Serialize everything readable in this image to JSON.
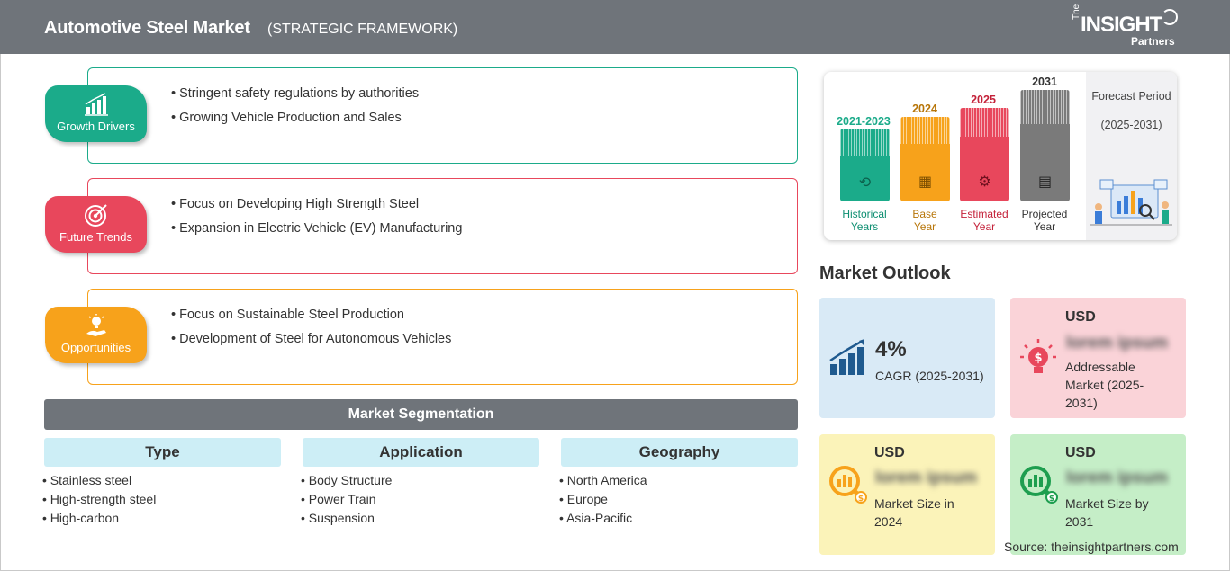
{
  "header": {
    "title": "Automotive Steel Market",
    "subtitle": "(STRATEGIC FRAMEWORK)",
    "logo": {
      "the": "The",
      "main": "INSIGHT",
      "partners": "Partners"
    }
  },
  "framework": [
    {
      "label": "Growth Drivers",
      "color": "#1bab8a",
      "icon": "growth-chart-icon",
      "items": [
        "Stringent safety regulations by authorities",
        "Growing Vehicle Production and Sales"
      ]
    },
    {
      "label": "Future Trends",
      "color": "#e8475c",
      "icon": "target-icon",
      "items": [
        "Focus on Developing High Strength Steel",
        "Expansion in Electric Vehicle (EV) Manufacturing"
      ]
    },
    {
      "label": "Opportunities",
      "color": "#f7a21b",
      "icon": "idea-hand-icon",
      "items": [
        "Focus on Sustainable Steel Production",
        "Development of Steel for Autonomous Vehicles"
      ]
    }
  ],
  "segmentation": {
    "title": "Market Segmentation",
    "columns": [
      {
        "head": "Type",
        "items": [
          "Stainless steel",
          "High-strength steel",
          "High-carbon"
        ]
      },
      {
        "head": "Application",
        "items": [
          "Body Structure",
          "Power Train",
          "Suspension"
        ]
      },
      {
        "head": "Geography",
        "items": [
          "North America",
          "Europe",
          "Asia-Pacific"
        ]
      }
    ]
  },
  "timeline": {
    "bars": [
      {
        "year": "2021-2023",
        "label1": "Historical",
        "label2": "Years",
        "color": "#1bab8a",
        "icon": "history-icon"
      },
      {
        "year": "2024",
        "label1": "Base",
        "label2": "Year",
        "color": "#f7a21b",
        "icon": "calendar-icon"
      },
      {
        "year": "2025",
        "label1": "Estimated",
        "label2": "Year",
        "color": "#e8475c",
        "icon": "estimate-icon"
      },
      {
        "year": "2031",
        "label1": "Projected",
        "label2": "Year",
        "color": "#7a7a7a",
        "icon": "projection-icon"
      }
    ],
    "forecast_title": "Forecast Period",
    "forecast_years": "(2025-2031)"
  },
  "outlook": {
    "title": "Market Outlook",
    "cagr": {
      "value": "4%",
      "label": "CAGR (2025-2031)"
    },
    "addressable": {
      "usd": "USD",
      "value": "lorem ipsum",
      "label": "Addressable Market (2025-2031)"
    },
    "size2024": {
      "usd": "USD",
      "value": "lorem ipsum",
      "label": "Market Size in 2024"
    },
    "size2031": {
      "usd": "USD",
      "value": "lorem ipsum",
      "label": "Market Size by 2031"
    }
  },
  "source": "Source: theinsightpartners.com"
}
